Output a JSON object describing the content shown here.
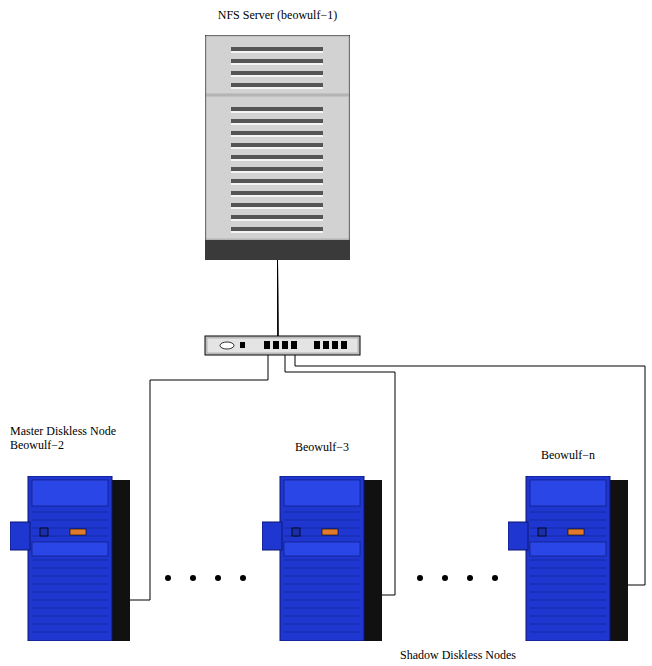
{
  "diagram": {
    "nodes": [
      {
        "text": [
          "NFS Server (beowulf−1)"
        ]
      },
      {
        "text": [
          "Master Diskless Node Beowulf−2"
        ]
      },
      {
        "text": [
          "Beowulf−3"
        ]
      },
      {
        "text": [
          "Beowulf−n"
        ]
      }
    ],
    "edges": [
      {
        "from": 0,
        "to": 1,
        "arrow": "none"
      },
      {
        "from": 0,
        "to": 2,
        "arrow": "none"
      },
      {
        "from": 0,
        "to": 3,
        "arrow": "none"
      }
    ],
    "labels": [
      "Shadow Diskless Nodes"
    ]
  }
}
